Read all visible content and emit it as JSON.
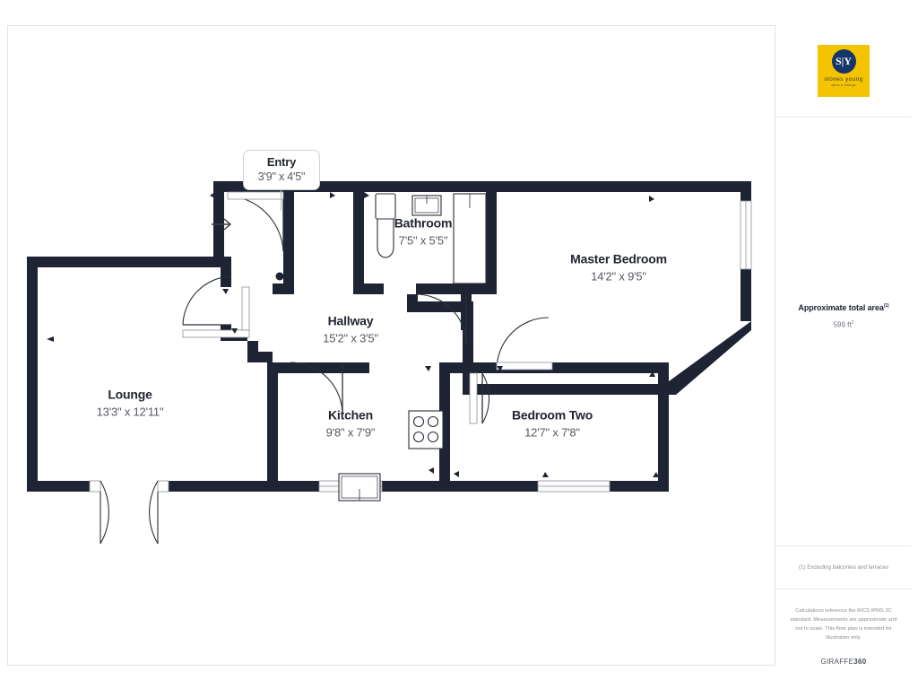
{
  "document": {
    "type": "floor-plan",
    "brand_footer": "GIRAFFE360"
  },
  "side_panel": {
    "logo": {
      "monogram": "S|Y",
      "name": "stones young",
      "tagline": "sales & lettings"
    },
    "area": {
      "title": "Approximate total area",
      "title_superscript": "(1)",
      "value": "599 ft",
      "value_superscript": "2"
    },
    "excluding_note": "(1) Excluding balconies and terraces",
    "disclaimer": "Calculations reference the RICS IPMS 3C standard. Measurements are approximate and not to scale. This floor plan is intended for illustration only.",
    "brand_prefix": "GIRAFFE",
    "brand_suffix": "360"
  },
  "rooms": [
    {
      "key": "entry",
      "name": "Entry",
      "dimensions": "3'9\" x 4'5\""
    },
    {
      "key": "bathroom",
      "name": "Bathroom",
      "dimensions": "7'5\" x 5'5\""
    },
    {
      "key": "master_bedroom",
      "name": "Master Bedroom",
      "dimensions": "14'2\" x 9'5\""
    },
    {
      "key": "hallway",
      "name": "Hallway",
      "dimensions": "15'2\" x 3'5\""
    },
    {
      "key": "lounge",
      "name": "Lounge",
      "dimensions": "13'3\" x 12'11\""
    },
    {
      "key": "kitchen",
      "name": "Kitchen",
      "dimensions": "9'8\" x 7'9\""
    },
    {
      "key": "bedroom_two",
      "name": "Bedroom Two",
      "dimensions": "12'7\" x 7'8\""
    }
  ],
  "colors": {
    "wall": "#1e2433",
    "logo_background": "#f5c400",
    "logo_circle": "#16356b",
    "page_background": "#ffffff",
    "border": "#e3e3e3",
    "label_primary": "#22262f",
    "label_secondary": "#54585f"
  },
  "fixtures": [
    {
      "name": "toilet",
      "room": "bathroom"
    },
    {
      "name": "wash-basin",
      "room": "bathroom"
    },
    {
      "name": "shower-enclosure",
      "room": "bathroom"
    },
    {
      "name": "hob-four-burner",
      "room": "kitchen"
    },
    {
      "name": "sink-unit",
      "room": "kitchen"
    }
  ],
  "openings": {
    "entrance_arrow": "→",
    "entry_door": "single-swing",
    "lounge_doors": "double-french",
    "windows": 5
  }
}
